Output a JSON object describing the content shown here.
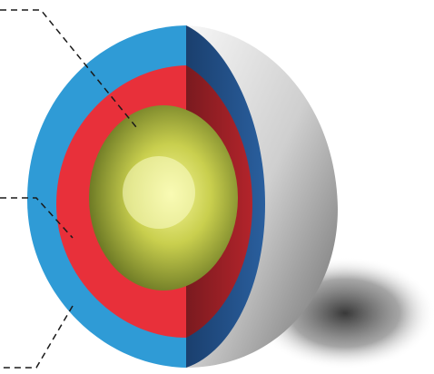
{
  "diagram": {
    "type": "cutaway-sphere",
    "layers": [
      {
        "name": "outer-layer",
        "color": "#2f9bd6",
        "shade": "#1f4f86"
      },
      {
        "name": "middle-layer",
        "color": "#e8303a",
        "shade": "#8a1e24"
      },
      {
        "name": "core",
        "color": "#d9e06a",
        "shade": "#5b6a1e"
      }
    ],
    "body_color": "#d7d7d7",
    "shadow_color": "#3a3a3a",
    "leader_line_color": "#1a1a1a"
  }
}
